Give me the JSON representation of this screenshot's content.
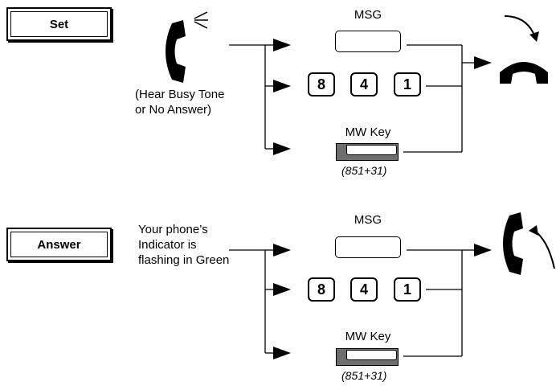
{
  "set": {
    "label": "Set",
    "note_line1": "(Hear Busy Tone",
    "note_line2": "or No Answer)",
    "msg_label": "MSG",
    "keys": [
      "8",
      "4",
      "1"
    ],
    "mw_label": "MW Key",
    "mw_code": "(851+31)"
  },
  "answer": {
    "label": "Answer",
    "note_line1": "Your phone’s",
    "note_line2": "Indicator is",
    "note_line3": "flashing in Green",
    "msg_label": "MSG",
    "keys": [
      "8",
      "4",
      "1"
    ],
    "mw_label": "MW Key",
    "mw_code": "(851+31)"
  }
}
